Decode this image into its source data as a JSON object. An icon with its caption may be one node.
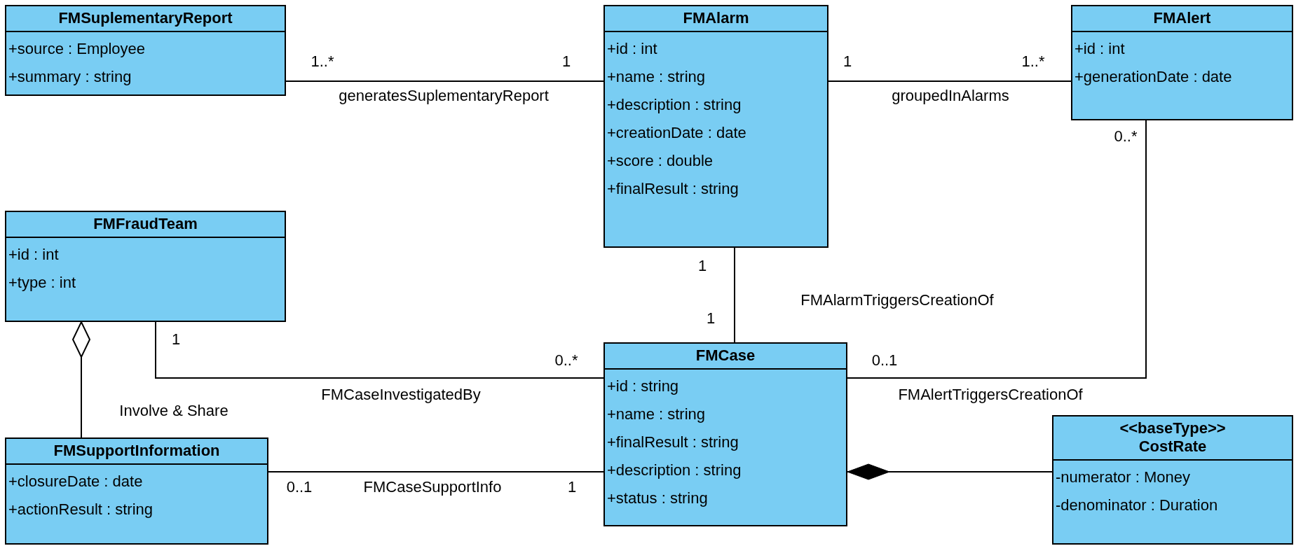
{
  "diagram": {
    "nodes": [
      {
        "text": [
          "FMSuplementaryReport",
          "+source : Employee",
          "+summary : string"
        ]
      },
      {
        "text": [
          "FMAlarm",
          "+id : int",
          "+name : string",
          "+description : string",
          "+creationDate : date",
          "+score : double",
          "+finalResult : string"
        ]
      },
      {
        "text": [
          "FMAlert",
          "+id : int",
          "+generationDate : date"
        ]
      },
      {
        "text": [
          "FMFraudTeam",
          "+id : int",
          "+type : int"
        ]
      },
      {
        "text": [
          "FMCase",
          "+id : string",
          "+name : string",
          "+finalResult : string",
          "+description : string",
          "+status : string"
        ]
      },
      {
        "text": [
          "FMSupportInformation",
          "+closureDate : date",
          "+actionResult : string"
        ]
      },
      {
        "text": [
          "<<baseType>>",
          "CostRate",
          "-numerator : Money",
          "-denominator : Duration"
        ]
      }
    ],
    "edges": [
      {
        "from": 0,
        "to": 1,
        "arrow": "none",
        "label": "generatesSuplementaryReport"
      },
      {
        "from": 1,
        "to": 2,
        "arrow": "none",
        "label": "groupedInAlarms"
      },
      {
        "from": 1,
        "to": 4,
        "arrow": "none",
        "label": "FMAlarmTriggersCreationOf"
      },
      {
        "from": 3,
        "to": 4,
        "arrow": "none",
        "label": "FMCaseInvestigatedBy"
      },
      {
        "from": 2,
        "to": 4,
        "arrow": "none",
        "label": "FMAlertTriggersCreationOf"
      },
      {
        "from": 5,
        "to": 3,
        "arrow": "other",
        "label": "Involve & Share"
      },
      {
        "from": 5,
        "to": 4,
        "arrow": "none",
        "label": "FMCaseSupportInfo"
      },
      {
        "from": 6,
        "to": 4,
        "arrow": "other"
      }
    ],
    "labels": [
      "1..*",
      "1",
      "1",
      "1..*",
      "0..*",
      "1",
      "1",
      "1",
      "0..*",
      "0..1",
      "0..1",
      "1"
    ]
  }
}
